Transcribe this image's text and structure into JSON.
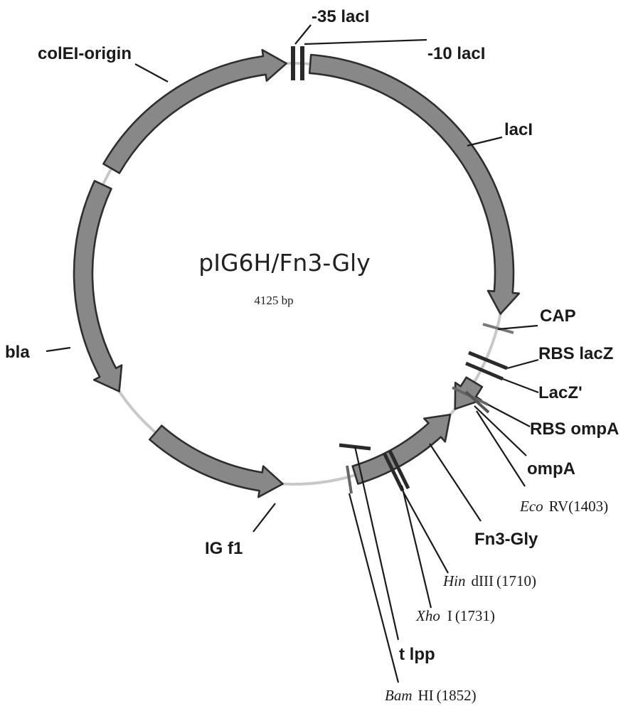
{
  "plasmid": {
    "name": "pIG6H/Fn3-Gly",
    "size": "4125 bp"
  },
  "colors": {
    "feature_fill": "#888888",
    "feature_stroke": "#2e2e2e",
    "backbone": "#c8c8c8",
    "marker": "#2a2a2a"
  },
  "features": [
    {
      "id": "lacI",
      "label": "lacI"
    },
    {
      "id": "ompA",
      "label": "ompA"
    },
    {
      "id": "fn3gly",
      "label": "Fn3-Gly"
    },
    {
      "id": "igf1",
      "label": "IG f1"
    },
    {
      "id": "bla",
      "label": "bla"
    },
    {
      "id": "colE1",
      "label": "colEI-origin"
    }
  ],
  "markers": [
    {
      "id": "m35",
      "label": "-35 lacI"
    },
    {
      "id": "m10",
      "label": "-10 lacI"
    },
    {
      "id": "cap",
      "label": "CAP"
    },
    {
      "id": "rbslacz",
      "label": "RBS lacZ"
    },
    {
      "id": "lacz",
      "label": "LacZ'"
    },
    {
      "id": "rbsompa",
      "label": "RBS ompA"
    },
    {
      "id": "tlpp",
      "label": "t lpp"
    }
  ],
  "sites": [
    {
      "id": "ecorv",
      "enzyme": "Eco",
      "suffix": "RV",
      "position": "(1403)"
    },
    {
      "id": "hindiii",
      "enzyme": "Hin",
      "suffix": "dIII",
      "position": "(1710)"
    },
    {
      "id": "xhoi",
      "enzyme": "Xho",
      "suffix": "I",
      "position": "(1731)"
    },
    {
      "id": "bamhi",
      "enzyme": "Bam",
      "suffix": "HI",
      "position": "(1852)"
    }
  ]
}
